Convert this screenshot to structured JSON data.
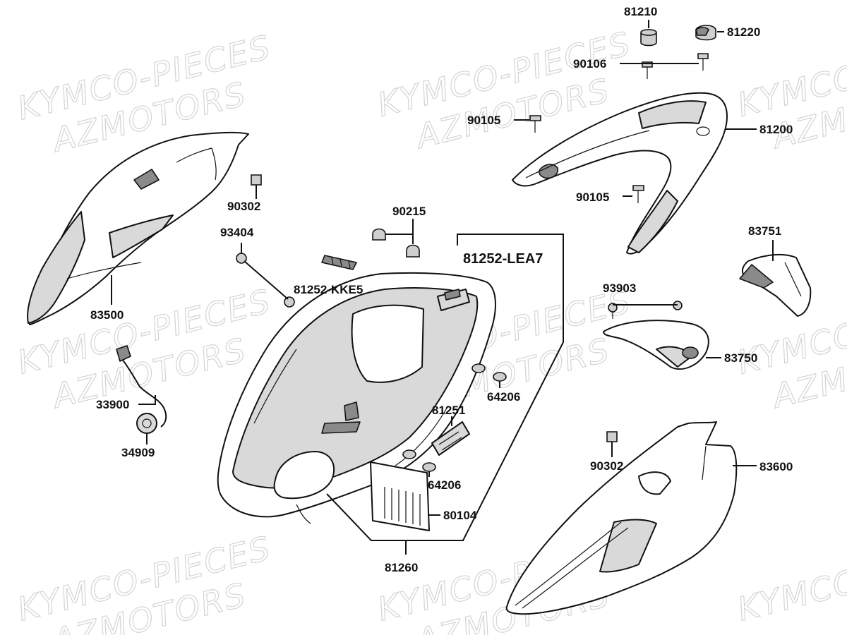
{
  "watermark": {
    "line1": "KYMCO-PIECES",
    "line2": "AZMOTORS"
  },
  "parts": [
    {
      "id": "p81210",
      "label": "81210"
    },
    {
      "id": "p81220",
      "label": "81220"
    },
    {
      "id": "p90106",
      "label": "90106"
    },
    {
      "id": "p90105a",
      "label": "90105"
    },
    {
      "id": "p81200",
      "label": "81200"
    },
    {
      "id": "p90105b",
      "label": "90105"
    },
    {
      "id": "p90302a",
      "label": "90302"
    },
    {
      "id": "p93404",
      "label": "93404"
    },
    {
      "id": "p90215",
      "label": "90215"
    },
    {
      "id": "p81252kke5",
      "label": "81252-KKE5"
    },
    {
      "id": "p81252lea7",
      "label": "81252-LEA7"
    },
    {
      "id": "p83500",
      "label": "83500"
    },
    {
      "id": "p83751",
      "label": "83751"
    },
    {
      "id": "p93903",
      "label": "93903"
    },
    {
      "id": "p83750",
      "label": "83750"
    },
    {
      "id": "p64206a",
      "label": "64206"
    },
    {
      "id": "p81251",
      "label": "81251"
    },
    {
      "id": "p64206b",
      "label": "64206"
    },
    {
      "id": "p80104",
      "label": "80104"
    },
    {
      "id": "p81260",
      "label": "81260"
    },
    {
      "id": "p33900",
      "label": "33900"
    },
    {
      "id": "p34909",
      "label": "34909"
    },
    {
      "id": "p90302b",
      "label": "90302"
    },
    {
      "id": "p83600",
      "label": "83600"
    }
  ]
}
